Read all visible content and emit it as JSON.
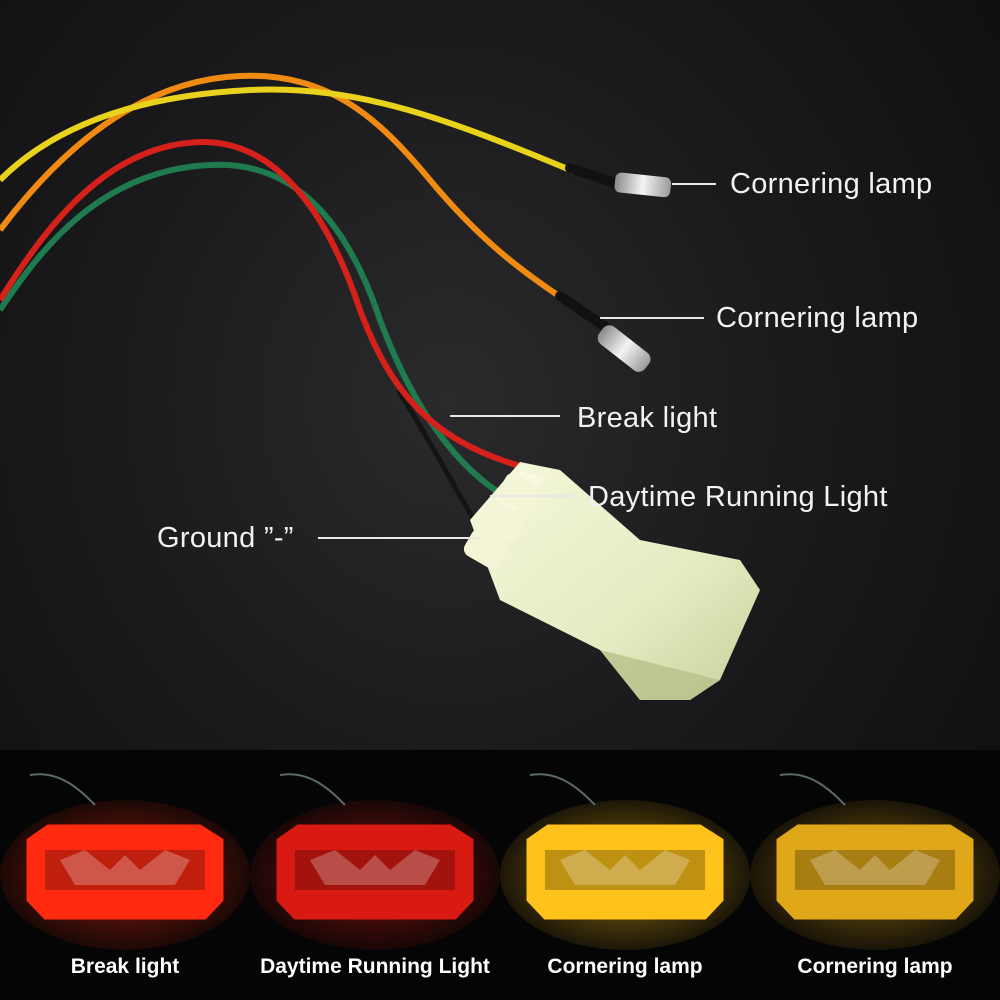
{
  "wires": {
    "yellow_callout": "Cornering lamp",
    "orange_callout": "Cornering lamp",
    "red_callout": "Break light",
    "green_callout": "Daytime Running Light",
    "black_callout": "Ground ”-”"
  },
  "lamps": [
    {
      "caption": "Break light",
      "color": "#ff2a10"
    },
    {
      "caption": "Daytime Running Light",
      "color": "#d81a12"
    },
    {
      "caption": "Cornering lamp",
      "color": "#ffc21a"
    },
    {
      "caption": "Cornering lamp",
      "color": "#e0a818"
    }
  ],
  "wire_colors": {
    "yellow": "#e8d21c",
    "orange": "#f08a12",
    "red": "#d6201a",
    "green": "#1f7a4e",
    "black": "#101010",
    "connector": "#eef0cf"
  }
}
